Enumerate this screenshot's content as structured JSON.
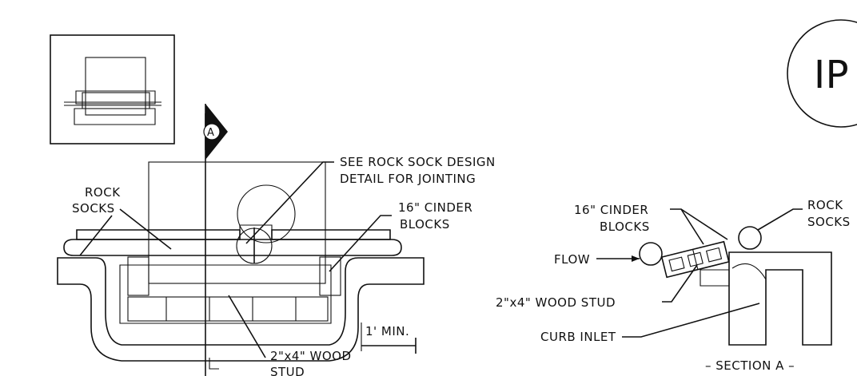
{
  "badge": {
    "text": "IP"
  },
  "section_marker": {
    "letter": "A"
  },
  "plan_labels": {
    "rock_socks_line1": "ROCK",
    "rock_socks_line2": "SOCKS",
    "see_detail_line1": "SEE ROCK SOCK DESIGN",
    "see_detail_line2": "DETAIL FOR JOINTING",
    "cinder_line1": "16\" CINDER",
    "cinder_line2": "BLOCKS",
    "min": "1' MIN.",
    "stud_line1": "2\"x4\" WOOD",
    "stud_line2": "STUD"
  },
  "section_labels": {
    "cinder_line1": "16\" CINDER",
    "cinder_line2": "BLOCKS",
    "rock_line1": "ROCK",
    "rock_line2": "SOCKS",
    "flow": "FLOW",
    "stud": "2\"x4\" WOOD STUD",
    "curb": "CURB INLET",
    "section_title": "– SECTION A –"
  }
}
